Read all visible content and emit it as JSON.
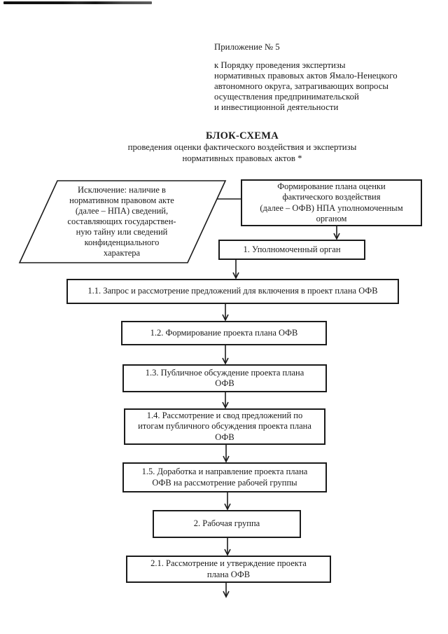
{
  "colors": {
    "paper": "#ffffff",
    "ink": "#1b1b1b"
  },
  "header": {
    "appendix_label": "Приложение № 5",
    "order_reference": "к Порядку проведения экспертизы\nнормативных правовых актов Ямало-Ненецкого\nавтономного округа, затрагивающих вопросы\nосуществления предпринимательской\nи инвестиционной деятельности"
  },
  "title": {
    "heading": "БЛОК-СХЕМА",
    "subtitle": "проведения оценки фактического воздействия и экспертизы\nнормативных правовых актов *"
  },
  "flowchart": {
    "exception_note": "Исключение: наличие в\nнормативном правовом акте\n(далее – НПА) сведений,\nсоставляющих государствен-\nную тайну или сведений\nконфиденциального\nхарактера",
    "nodes": [
      {
        "id": "plan-formation",
        "label": "Формирование плана оценки\nфактического воздействия\n(далее – ОФВ) НПА уполномоченным\nорганом"
      },
      {
        "id": "1",
        "label": "1. Уполномоченный орган"
      },
      {
        "id": "1.1",
        "label": "1.1. Запрос и рассмотрение предложений для включения в проект плана ОФВ"
      },
      {
        "id": "1.2",
        "label": "1.2. Формирование проекта плана ОФВ"
      },
      {
        "id": "1.3",
        "label": "1.3. Публичное обсуждение проекта плана\nОФВ"
      },
      {
        "id": "1.4",
        "label": "1.4. Рассмотрение и свод предложений по\nитогам публичного обсуждения проекта плана\nОФВ"
      },
      {
        "id": "1.5",
        "label": "1.5. Доработка и направление проекта плана\nОФВ на рассмотрение рабочей группы"
      },
      {
        "id": "2",
        "label": "2. Рабочая группа"
      },
      {
        "id": "2.1",
        "label": "2.1. Рассмотрение и утверждение проекта\nплана ОФВ"
      }
    ]
  }
}
